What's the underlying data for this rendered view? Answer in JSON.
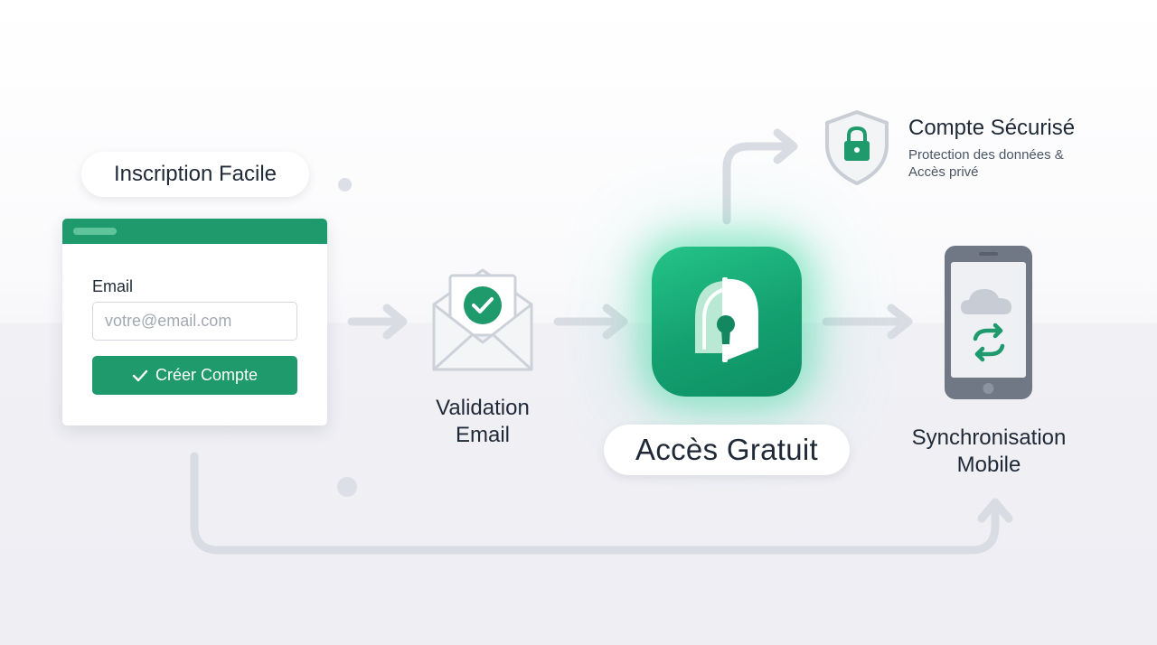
{
  "diagram": {
    "signup": {
      "title": "Inscription Facile",
      "email_label": "Email",
      "email_placeholder": "votre@email.com",
      "button_label": "Créer Compte"
    },
    "email_validation": {
      "label_line1": "Validation",
      "label_line2": "Email"
    },
    "access": {
      "label": "Accès Gratuit"
    },
    "secure": {
      "title": "Compte Sécurisé",
      "subtitle_line1": "Protection des données &",
      "subtitle_line2": "Accès privé"
    },
    "sync": {
      "label_line1": "Synchronisation",
      "label_line2": "Mobile"
    },
    "icons": [
      "check-icon",
      "envelope-icon",
      "keyhole-door-icon",
      "shield-lock-icon",
      "cloud-icon",
      "sync-arrows-icon",
      "phone-icon",
      "arrow-icon"
    ],
    "colors": {
      "accent": "#1f9a6c",
      "accent_light": "#24c389",
      "connector": "#d9dce3",
      "text": "#1f2937"
    }
  }
}
